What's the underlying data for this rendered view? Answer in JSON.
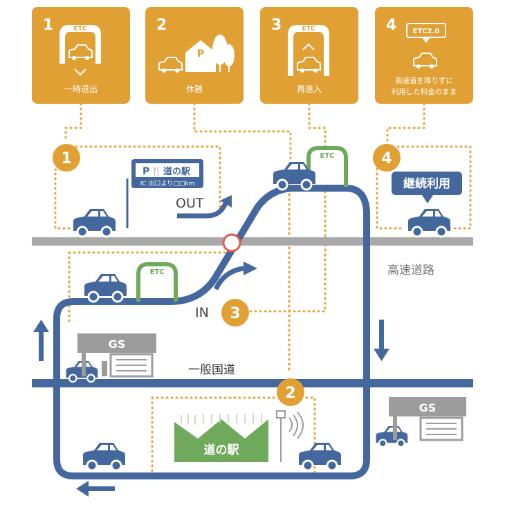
{
  "colors": {
    "orange": "#E0A033",
    "dot": "#E9A23B",
    "road": "#44679E",
    "highway": "#A9A9A9",
    "green": "#6EA95C",
    "car": "#44679E",
    "gs": "#9C9C9C"
  },
  "cards": [
    {
      "number": "1",
      "label": "一時退出",
      "icon": "etc-exit-icon",
      "sign": "ETC"
    },
    {
      "number": "2",
      "label": "休憩",
      "icon": "rest-area-icon",
      "sign": "P"
    },
    {
      "number": "3",
      "label": "再進入",
      "icon": "etc-reenter-icon",
      "sign": "ETC"
    },
    {
      "number": "4",
      "label_line1": "高速道を降りずに",
      "label_line2": "利用した料金のまま",
      "icon": "etc2-car-icon",
      "sign": "ETC2.0"
    }
  ],
  "map": {
    "badges": [
      "1",
      "2",
      "3",
      "4"
    ],
    "out_label": "OUT",
    "in_label": "IN",
    "etc_label": "ETC",
    "highway_label": "高速道路",
    "national_road_label": "一般国道",
    "gs_label": "GS",
    "michinoeki_label": "道の駅",
    "sign_line1": "道の駅",
    "sign_line2": "IC 出口より□□km",
    "sign_p": "P",
    "continue_label": "継続利用"
  }
}
